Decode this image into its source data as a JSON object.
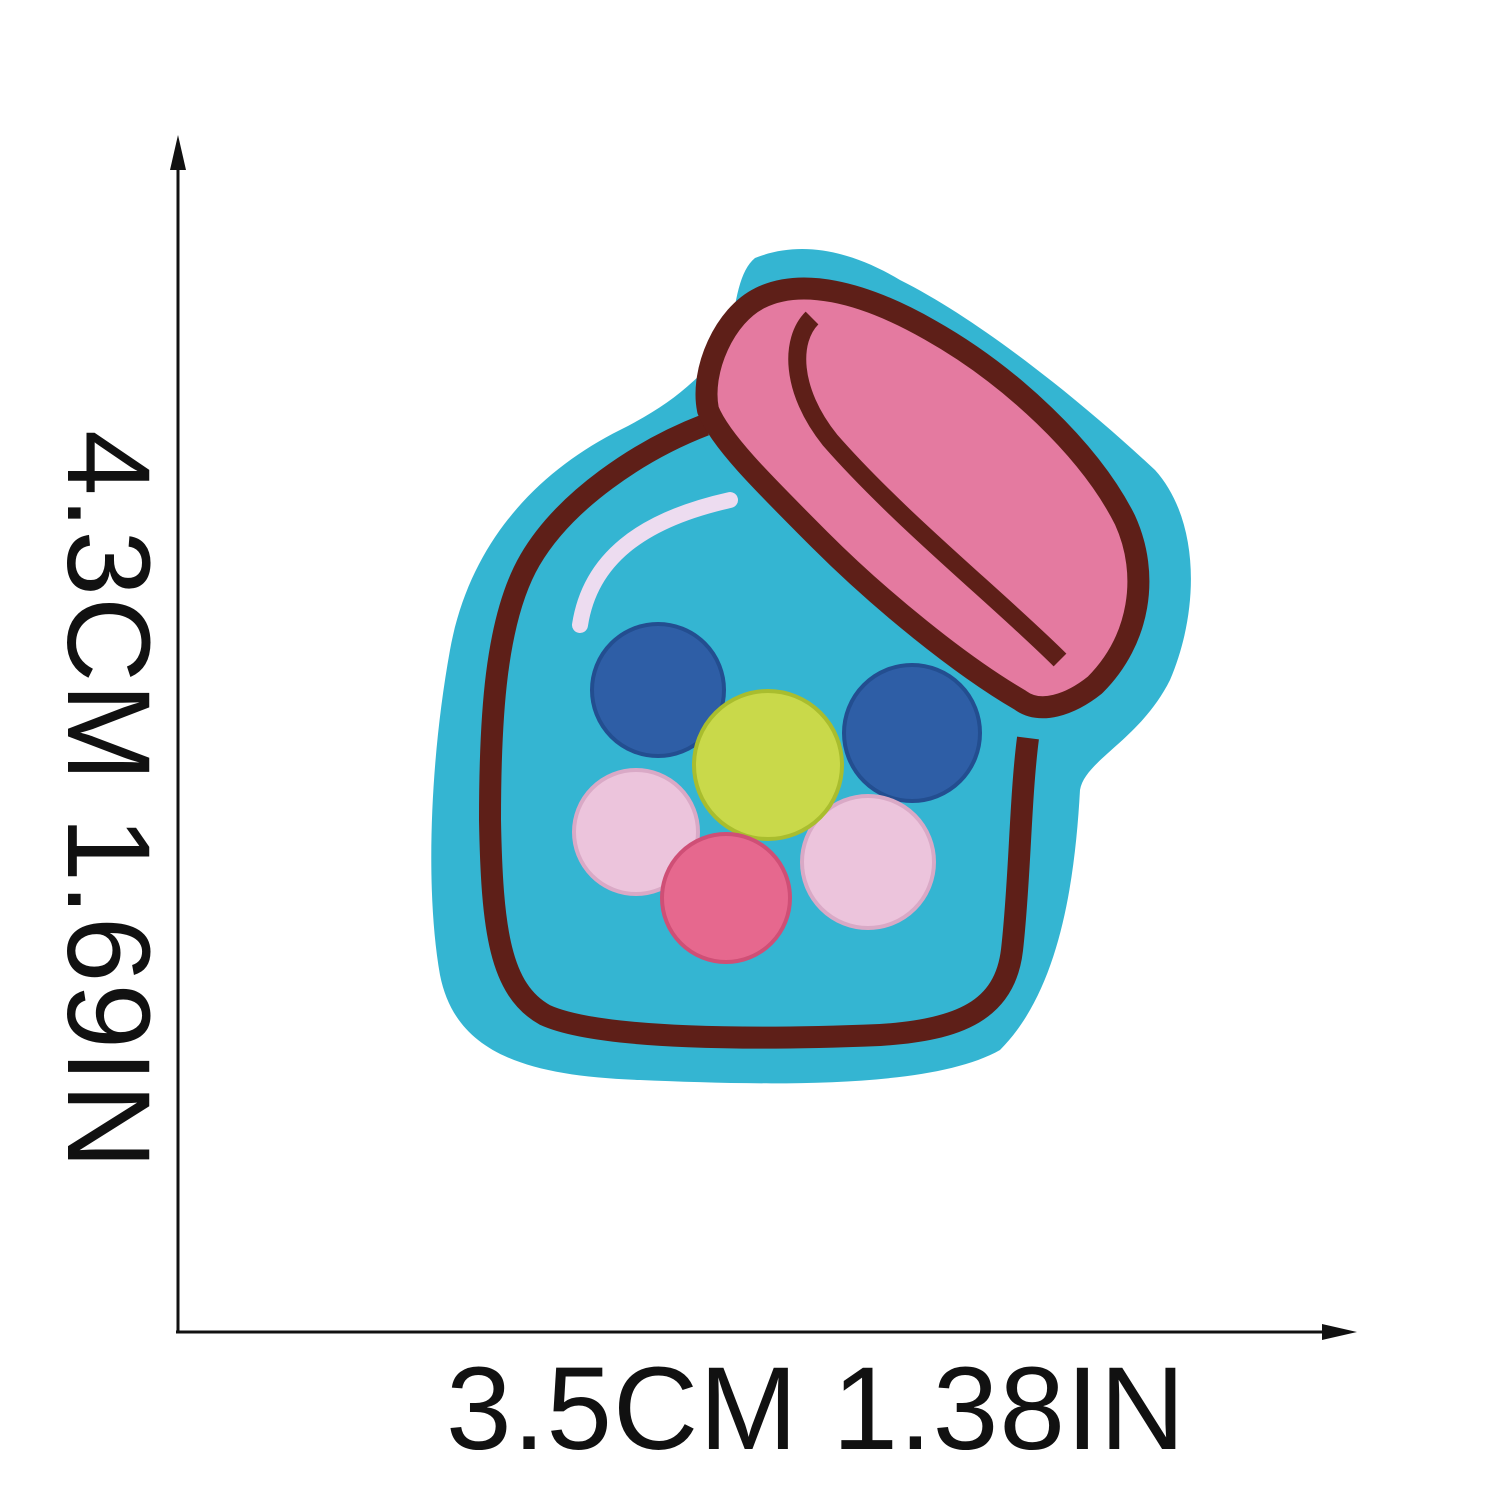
{
  "dimensions": {
    "width_label": "3.5CM  1.38IN",
    "height_label": "4.3CM  1.69IN"
  },
  "colors": {
    "felt_background": "#34b5d2",
    "outline": "#5e1f18",
    "lid": "#e47aa0",
    "highlight": "#eddcf0",
    "ball_dark_blue": "#2e5ea6",
    "ball_lime": "#c9d94a",
    "ball_light_pink": "#ecc4dc",
    "ball_pink": "#e6688e",
    "axis": "#111111"
  },
  "icon": "candy-jar-patch"
}
